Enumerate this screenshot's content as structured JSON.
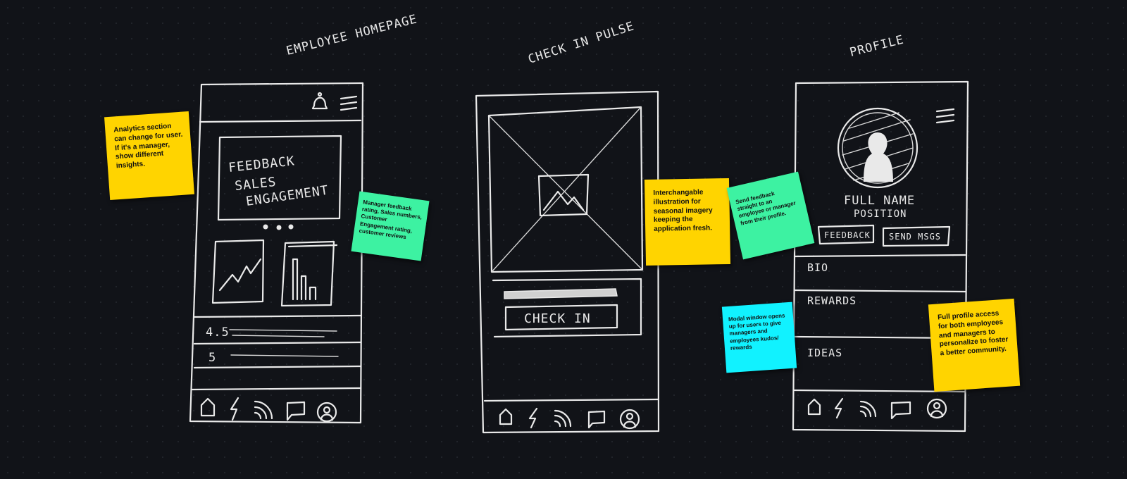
{
  "screens": [
    {
      "title": "EMPLOYEE HOMEPAGE",
      "carousel_text": [
        "FEEDBACK",
        "SALES",
        "ENGAGEMENT"
      ],
      "list_values": [
        "4.5",
        "5"
      ]
    },
    {
      "title": "CHECK IN PULSE",
      "button_label": "CHECK IN"
    },
    {
      "title": "PROFILE",
      "name": "FULL NAME",
      "position": "POSITION",
      "buttons": [
        "FEEDBACK",
        "SEND MSGS"
      ],
      "sections": [
        "BIO",
        "REWARDS",
        "IDEAS"
      ]
    }
  ],
  "nav_icons": [
    "home-icon",
    "lightning-icon",
    "signal-icon",
    "chat-icon",
    "profile-icon"
  ],
  "notes": {
    "analytics": "Analytics section can change for user. If it's a manager, show different insights.",
    "metrics": "Manager feedback rating, Sales numbers, Customer Engagement rating, customer reviews",
    "illustration": "Interchangable illustration for seasonal imagery keeping the application fresh.",
    "send_feedback": "Send feedback straight to an employee or manager from their profile.",
    "modal": "Modal window opens up for users to give managers and employees kudos/ rewards",
    "profile_access": "Full profile access for both employees and managers to personalize to foster a better community."
  },
  "colors": {
    "background": "#111318",
    "sketch": "#e9e9e9",
    "yellow_note": "#ffd400",
    "green_note": "#3df2a2",
    "cyan_note": "#11f2ff"
  }
}
